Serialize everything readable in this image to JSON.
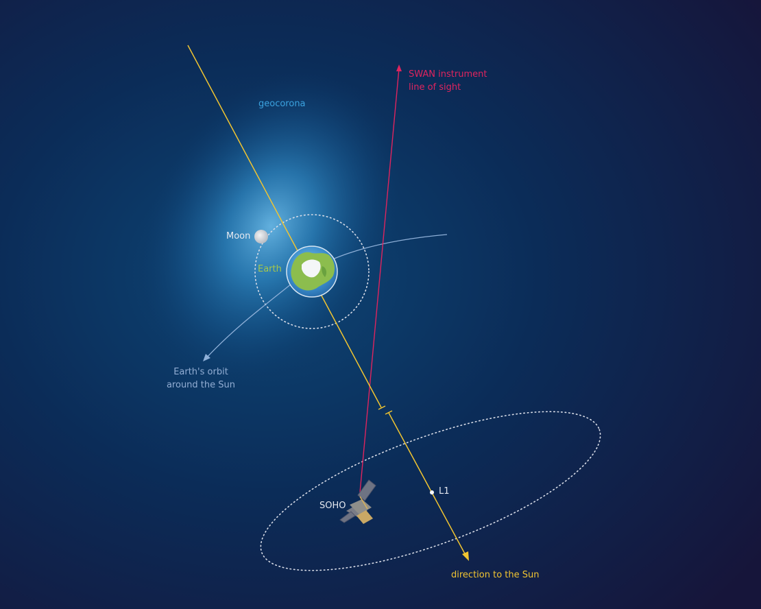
{
  "labels": {
    "geocorona": "geocorona",
    "swan_line1": "SWAN instrument",
    "swan_line2": "line of sight",
    "moon": "Moon",
    "earth": "Earth",
    "orbit_line1": "Earth's orbit",
    "orbit_line2": "around the Sun",
    "l1": "L1",
    "soho": "SOHO",
    "sun_direction": "direction to the Sun"
  },
  "colors": {
    "background": "#15153a",
    "geocorona_glow": "#3f95c8",
    "sun_line": "#f2c531",
    "swan_line": "#e0245e",
    "orbit_path": "#8fb0d8",
    "dotted_orbits": "#d9dde8",
    "label_white": "#e6e9f0",
    "geocorona_label": "#3ba3e0",
    "earth_label": "#a6c84a",
    "orbit_label": "#93aed4",
    "sun_label": "#f2c531"
  }
}
